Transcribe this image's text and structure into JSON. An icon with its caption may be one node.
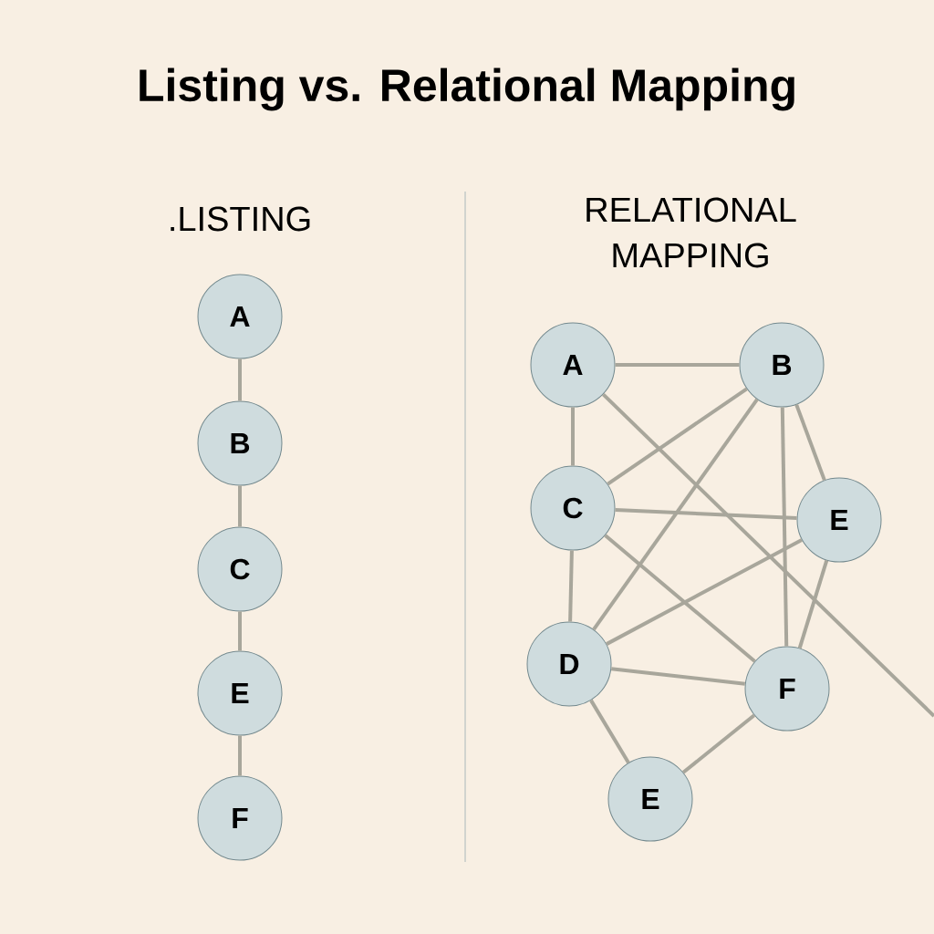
{
  "diagram": {
    "title": "Listing vs. Relational Mapping",
    "nodes": [
      {
        "text": [
          "A"
        ]
      },
      {
        "text": [
          "B"
        ]
      },
      {
        "text": [
          "C"
        ]
      },
      {
        "text": [
          "E"
        ]
      },
      {
        "text": [
          "F"
        ]
      },
      {
        "text": [
          "A"
        ]
      },
      {
        "text": [
          "B"
        ]
      },
      {
        "text": [
          "C"
        ]
      },
      {
        "text": [
          "E"
        ]
      },
      {
        "text": [
          "D"
        ]
      },
      {
        "text": [
          "F"
        ]
      },
      {
        "text": [
          "E"
        ]
      }
    ],
    "edges": [
      {
        "from": 0,
        "to": 1,
        "arrow": "none"
      },
      {
        "from": 1,
        "to": 2,
        "arrow": "none"
      },
      {
        "from": 2,
        "to": 3,
        "arrow": "none"
      },
      {
        "from": 3,
        "to": 4,
        "arrow": "none"
      },
      {
        "from": 5,
        "to": 6,
        "arrow": "none"
      },
      {
        "from": 5,
        "to": 7,
        "arrow": "none"
      },
      {
        "from": 5,
        "to": null,
        "arrow": "none"
      },
      {
        "from": 6,
        "to": 7,
        "arrow": "none"
      },
      {
        "from": 6,
        "to": 9,
        "arrow": "none"
      },
      {
        "from": 6,
        "to": 10,
        "arrow": "none"
      },
      {
        "from": 6,
        "to": 8,
        "arrow": "none"
      },
      {
        "from": 7,
        "to": 8,
        "arrow": "none"
      },
      {
        "from": 7,
        "to": 9,
        "arrow": "none"
      },
      {
        "from": 7,
        "to": 10,
        "arrow": "none"
      },
      {
        "from": 8,
        "to": 9,
        "arrow": "none"
      },
      {
        "from": 8,
        "to": 10,
        "arrow": "none"
      },
      {
        "from": 9,
        "to": 10,
        "arrow": "none"
      },
      {
        "from": 9,
        "to": 11,
        "arrow": "none"
      },
      {
        "from": 10,
        "to": 11,
        "arrow": "none"
      }
    ],
    "labels": [
      ".LISTING",
      "RELATIONAL MAPPING"
    ]
  }
}
